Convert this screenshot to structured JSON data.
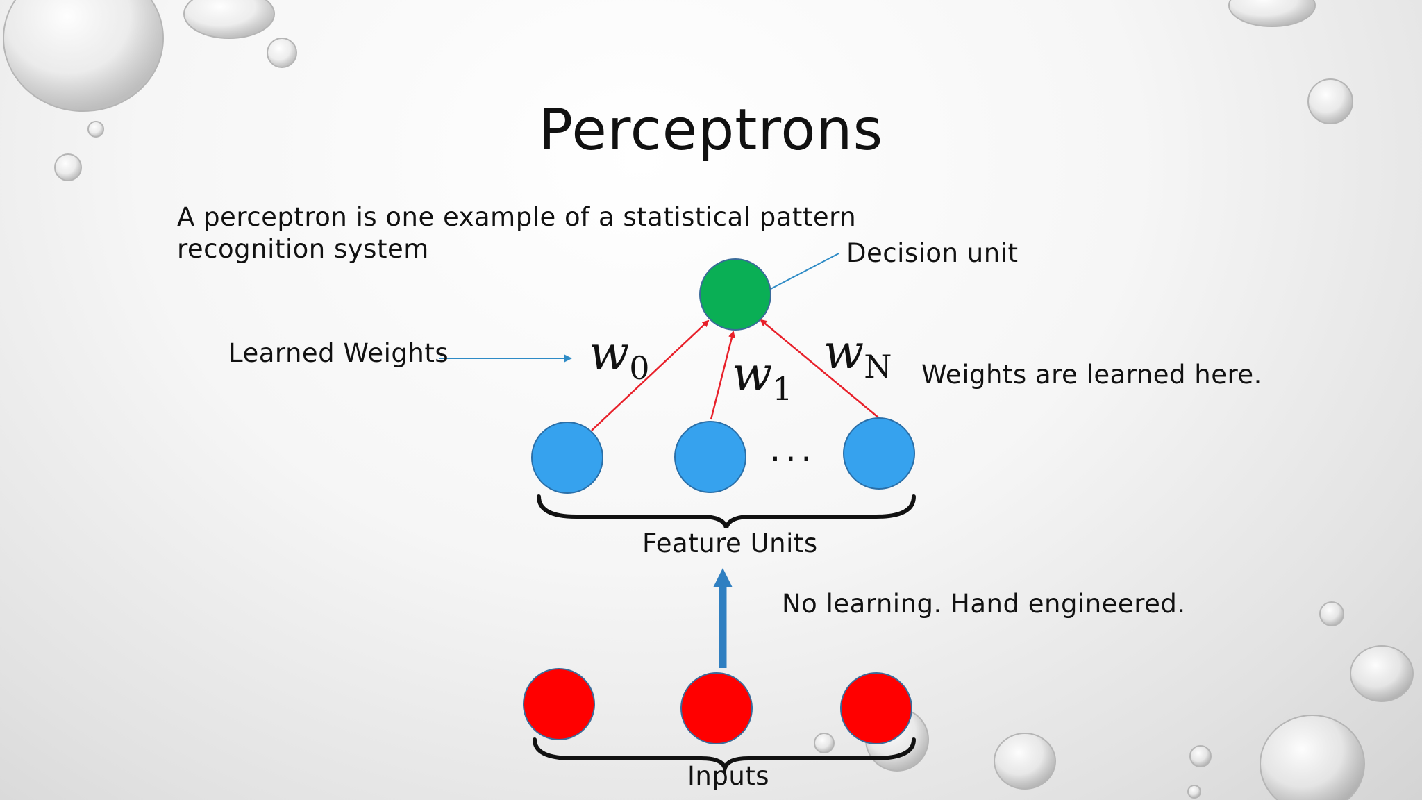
{
  "slide": {
    "title": "Perceptrons",
    "intro": "A perceptron is one example of a statistical pattern recognition system"
  },
  "diagram": {
    "decision_unit_label": "Decision unit",
    "learned_weights_label": "Learned Weights",
    "weight_0": {
      "symbol": "w",
      "subscript": "0"
    },
    "weight_1": {
      "symbol": "w",
      "subscript": "1"
    },
    "weight_n": {
      "symbol": "w",
      "subscript": "N"
    },
    "weights_note": "Weights are learned here.",
    "ellipsis": "...",
    "feature_units_label": "Feature Units",
    "no_learning_note": "No learning.  Hand engineered.",
    "inputs_label": "Inputs"
  },
  "colors": {
    "decision_unit": "#0aaf55",
    "feature_unit": "#36a2ee",
    "input_unit": "#ff0000",
    "weight_arrow": "#e8202a",
    "pointer_arrow": "#2e8bc6",
    "flow_arrow": "#2f7fc1"
  }
}
